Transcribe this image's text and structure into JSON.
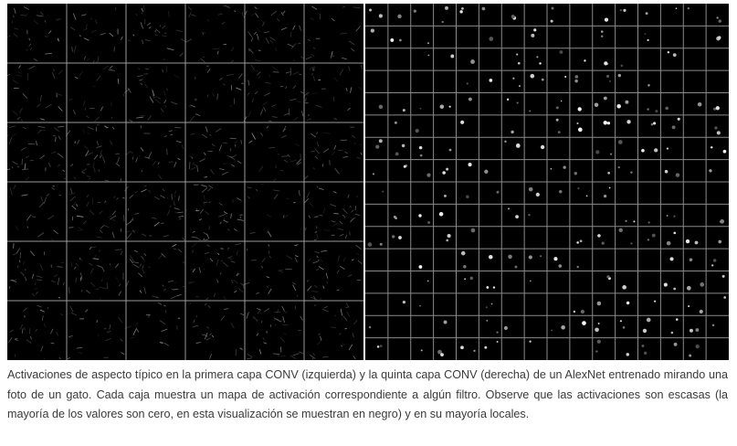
{
  "figure": {
    "left_panel": {
      "layer": "CONV1",
      "grid": [
        6,
        6
      ],
      "background": "#000000",
      "grid_line_color": "#9a9a9a"
    },
    "right_panel": {
      "layer": "CONV5",
      "grid": [
        16,
        16
      ],
      "background": "#000000",
      "grid_line_color": "#8a8a8a"
    }
  },
  "caption": "Activaciones de aspecto típico en la primera capa CONV (izquierda) y la quinta capa CONV (derecha) de un AlexNet entrenado mirando una foto de un gato. Cada caja muestra un mapa de activación correspondiente a algún filtro. Observe que las activaciones son escasas (la mayoría de los valores son cero, en esta visualización se muestran en negro) y en su mayoría locales."
}
